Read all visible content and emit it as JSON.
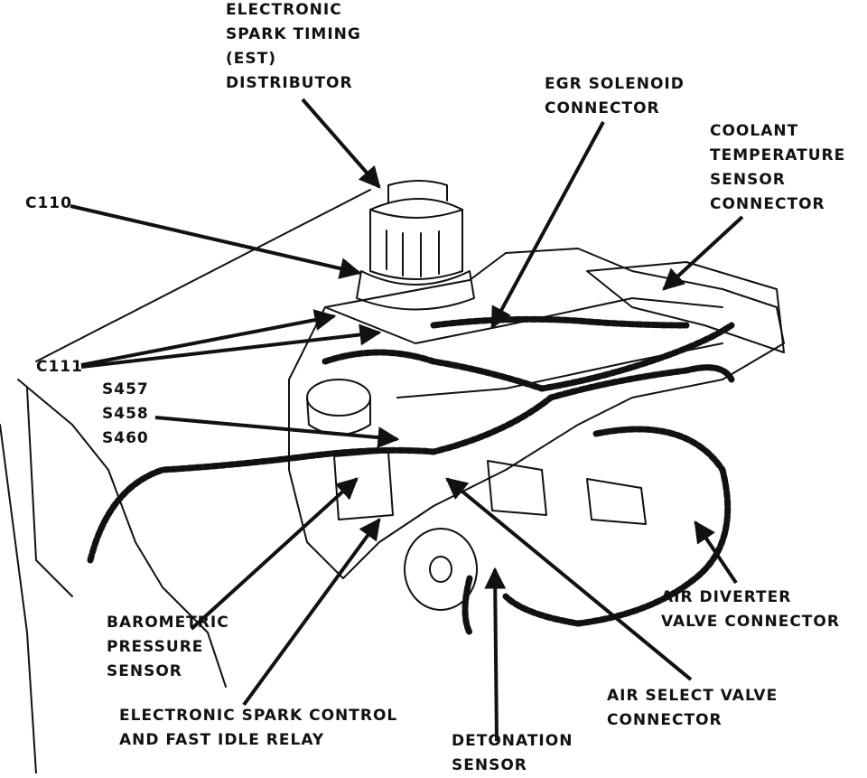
{
  "labels": {
    "est_distributor": [
      "ELECTRONIC",
      "SPARK TIMING",
      "(EST)",
      "DISTRIBUTOR"
    ],
    "egr_solenoid": [
      "EGR SOLENOID",
      "CONNECTOR"
    ],
    "coolant_temp": [
      "COOLANT",
      "TEMPERATURE",
      "SENSOR",
      "CONNECTOR"
    ],
    "c110": [
      "C110"
    ],
    "c111": [
      "C111"
    ],
    "splices": [
      "S457",
      "S458",
      "S460"
    ],
    "barometric": [
      "BAROMETRIC",
      "PRESSURE",
      "SENSOR"
    ],
    "esc_relay": [
      "ELECTRONIC SPARK CONTROL",
      "AND FAST IDLE RELAY"
    ],
    "detonation": [
      "DETONATION",
      "SENSOR"
    ],
    "air_select": [
      "AIR SELECT VALVE",
      "CONNECTOR"
    ],
    "air_diverter": [
      "AIR DIVERTER",
      "VALVE CONNECTOR"
    ]
  },
  "colors": {
    "ink": "#111111",
    "paper": "#ffffff"
  }
}
